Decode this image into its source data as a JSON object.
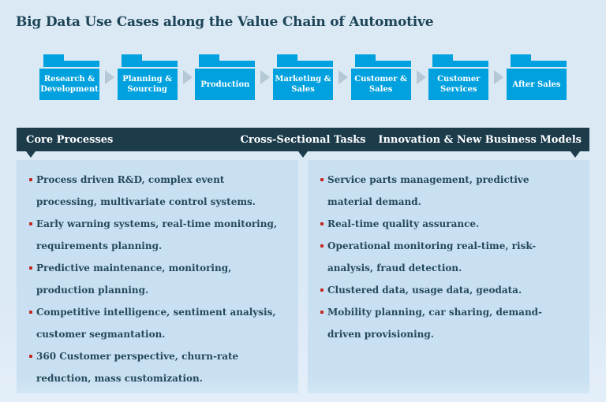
{
  "title": "Big Data Use Cases along the Value Chain of Automotive",
  "value_chain": {
    "stages": [
      {
        "label": "Research &\nDevelopment"
      },
      {
        "label": "Planning &\nSourcing"
      },
      {
        "label": "Production"
      },
      {
        "label": "Marketing &\nSales"
      },
      {
        "label": "Customer &\nSales"
      },
      {
        "label": "Customer\nServices"
      },
      {
        "label": "After Sales"
      }
    ]
  },
  "section_bar": {
    "core_processes": "Core Processes",
    "cross_sectional_tasks": "Cross-Sectional Tasks",
    "innovation": "Innovation & New Business Models"
  },
  "core_processes_panel": {
    "bullets": [
      "Process driven R&D, complex event processing, multivariate control systems.",
      "Early warning systems, real-time monitoring, requirements planning.",
      "Predictive maintenance, monitoring, production planning.",
      "Competitive intelligence, sentiment analysis, customer segmantation.",
      "360 Customer perspective, churn-rate reduction, mass customization."
    ]
  },
  "cross_sectional_panel": {
    "bullets": [
      "Service parts management, predictive material demand.",
      "Real-time quality assurance.",
      "Operational monitoring real-time, risk-analysis, fraud detection.",
      "Clustered data, usage data, geodata.",
      "Mobility planning, car sharing, demand-driven provisioning."
    ]
  },
  "colors": {
    "bg": "#dbe9f5",
    "panel": "#c8e0f2",
    "navy": "#1c3b4b",
    "cyan": "#00a1de",
    "text": "#24495a",
    "title": "#1d4557",
    "red": "#c3271d",
    "arrow": "#b5c8d6"
  }
}
